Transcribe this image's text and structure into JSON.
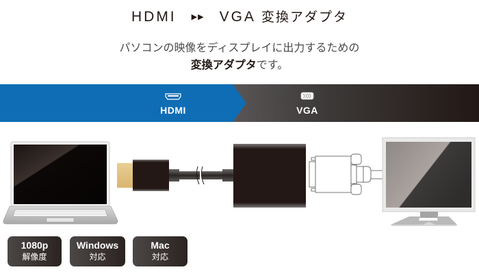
{
  "header": {
    "title_from": "HDMI",
    "title_arrows": "▶▶",
    "title_to": "VGA",
    "title_suffix": "変換アダプタ",
    "subtitle_line1": "パソコンの映像をディスプレイに出力するための",
    "subtitle_line2_bold": "変換アダプタ",
    "subtitle_line2_rest": "です。"
  },
  "banner": {
    "input": {
      "label": "HDMI",
      "icon": "hdmi-port-icon",
      "color": "#0f6db5"
    },
    "output": {
      "label": "VGA",
      "icon": "vga-port-icon",
      "color": "#231815"
    }
  },
  "illustration": {
    "source_device": "laptop",
    "cable": "HDMI cable",
    "adapter": "HDMI to VGA adapter",
    "connector": "VGA connector",
    "display_device": "monitor"
  },
  "badges": [
    {
      "line1": "1080p",
      "line2": "解像度"
    },
    {
      "line1": "Windows",
      "line2": "対応"
    },
    {
      "line1": "Mac",
      "line2": "対応"
    }
  ]
}
